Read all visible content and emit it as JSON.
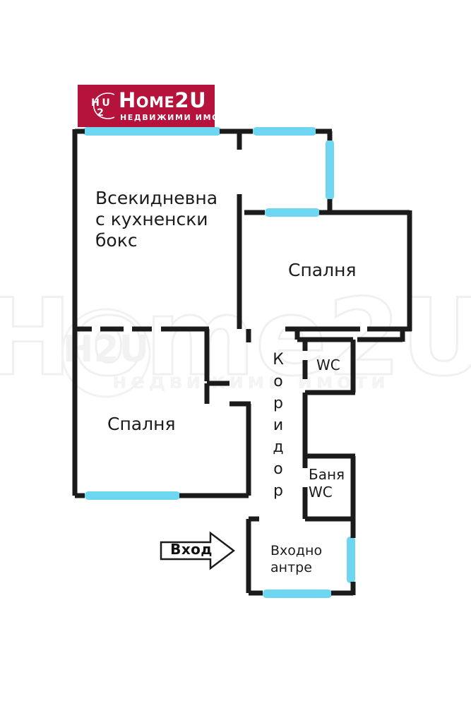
{
  "document": {
    "type": "floor-plan",
    "language": "bg",
    "background_color": "#ffffff"
  },
  "logo": {
    "monogram_top": "H",
    "monogram_u": "U",
    "monogram_sub": "2",
    "wordmark_h": "H",
    "wordmark_o": "O",
    "wordmark_m": "M",
    "wordmark_e": "E",
    "wordmark_2u": "2U",
    "wordmark_full": "Home2U",
    "tagline": "НЕДВИЖИМИ ИМОТИ",
    "background_color": "#b5123c",
    "text_color": "#ffffff"
  },
  "watermark": {
    "wordmark": "Home2U",
    "tagline": "недвижими имоти",
    "color": "#f1f1f1"
  },
  "colors": {
    "wall": "#1b1b1b",
    "window": "#6ed6f0",
    "label": "#1b1b1b",
    "brand_red": "#b5123c"
  },
  "rooms": [
    {
      "id": "living-kitchen",
      "name": "Всекидневна\nс кухненски\nбокс",
      "lines": [
        "Всекидневна",
        "с кухненски",
        "бокс"
      ]
    },
    {
      "id": "bedroom-top",
      "name": "Спалня"
    },
    {
      "id": "bedroom-bottom",
      "name": "Спалня"
    },
    {
      "id": "corridor",
      "name": "Коридор",
      "letters": [
        "К",
        "о",
        "р",
        "и",
        "д",
        "о",
        "р"
      ]
    },
    {
      "id": "wc",
      "name": "WC"
    },
    {
      "id": "bathroom-wc",
      "name": "Баня\nWC",
      "line1": "Баня",
      "line2": "WC"
    },
    {
      "id": "entrance-hall",
      "name": "Входно\nантре",
      "line1": "Входно",
      "line2": "антре"
    }
  ],
  "entrance": {
    "label": "Вход",
    "marker": "arrow-right"
  }
}
